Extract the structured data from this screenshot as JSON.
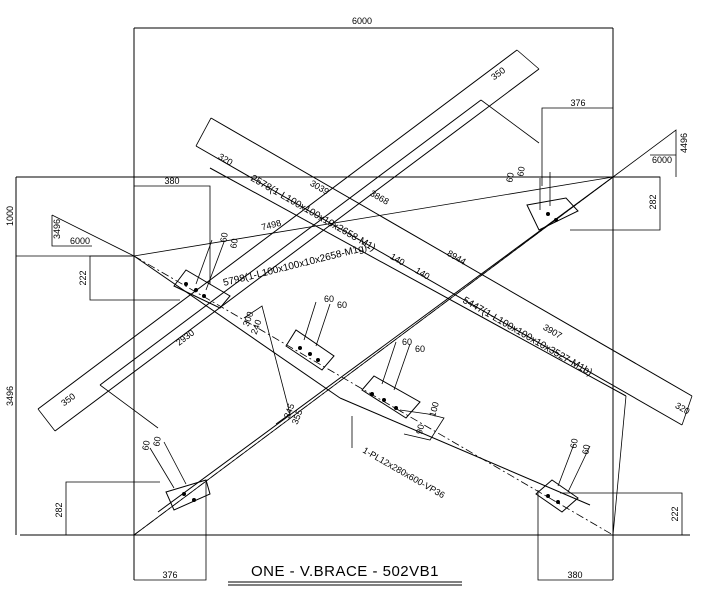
{
  "drawing": {
    "title": "ONE - V.BRACE - 502VB1",
    "overall_width": "6000",
    "members": {
      "upper_left": "2578(1-L100x100x10x2658-M1)",
      "right_long": "5447(1-L100x100x10x3527-M1b)",
      "left_lower": "5798(1-L100x100x10x2658-M1g)",
      "plate": "1-PL12x280x600-VP36"
    },
    "dims": {
      "right_top_offset": "376",
      "left_top_offset": "380",
      "left_bottom_offset": "376",
      "right_bottom_offset": "380",
      "left_height_1000": "1000",
      "left_height_3496": "3496",
      "right_height_282_top": "282",
      "right_height_222_bottom": "222",
      "left_height_222_top": "222",
      "left_height_282_bottom": "282",
      "slope_right_rise": "4496",
      "slope_right_run": "6000",
      "slope_left_rise": "3496",
      "slope_left_run": "6000",
      "band_width_350_top": "350",
      "band_width_350_bottom": "350",
      "band_width_320_top": "320",
      "band_width_320_bottom": "320",
      "len_3039": "3039",
      "len_3868": "3868",
      "len_7498": "7498",
      "len_8944": "8944",
      "len_3907": "3907",
      "len_2930": "2930",
      "gap_140_a": "140",
      "gap_140_b": "140",
      "bolt_60_a": "60",
      "bolt_60_b": "60",
      "bolt_60_c": "60",
      "bolt_60_d": "60",
      "bolt_60_e": "60",
      "bolt_60_f": "60",
      "bolt_60_g": "60",
      "bolt_60_h": "60",
      "bolt_60_i": "60",
      "bolt_60_j": "60",
      "bolt_60_k": "60",
      "bolt_60_l": "60",
      "plate_300": "300",
      "plate_240": "240",
      "plate_100": "100",
      "plate_90": "90",
      "plate_345": "345",
      "plate_355": "355"
    }
  }
}
